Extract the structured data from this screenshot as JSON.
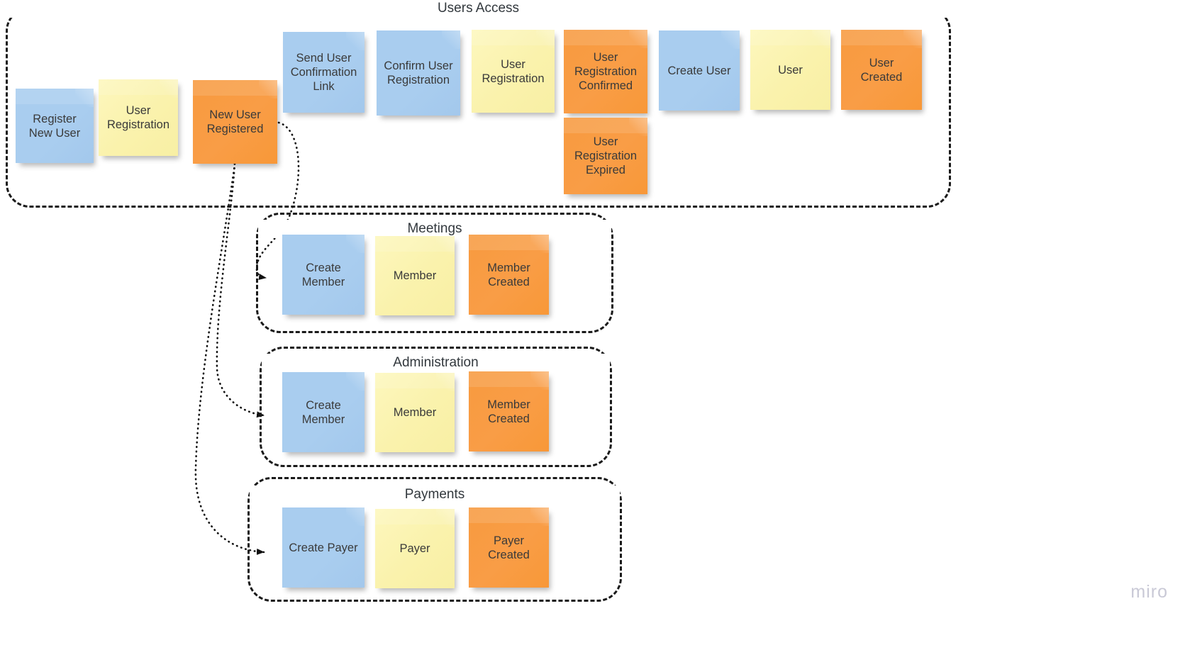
{
  "board": {
    "watermark": "miro",
    "colors": {
      "blue": "#a9cdef",
      "yellow": "#faf2ac",
      "orange": "#f89a3f",
      "outline": "#1a1a1a",
      "text": "#3a3a3a",
      "label": "#32383d",
      "watermark": "#c9c9d6",
      "background": "#ffffff"
    }
  },
  "groups": [
    {
      "id": "users-access",
      "label": "Users Access",
      "notes": [
        {
          "label": "Register New User",
          "color": "blue"
        },
        {
          "label": "User Registration",
          "color": "yellow"
        },
        {
          "label": "New User Registered",
          "color": "orange"
        },
        {
          "label": "Send User Confirmation Link",
          "color": "blue"
        },
        {
          "label": "Confirm User Registration",
          "color": "blue"
        },
        {
          "label": "User Registration",
          "color": "yellow"
        },
        {
          "label": "User Registration Confirmed",
          "color": "orange"
        },
        {
          "label": "User Registration Expired",
          "color": "orange"
        },
        {
          "label": "Create User",
          "color": "blue"
        },
        {
          "label": "User",
          "color": "yellow"
        },
        {
          "label": "User Created",
          "color": "orange"
        }
      ]
    },
    {
      "id": "meetings",
      "label": "Meetings",
      "notes": [
        {
          "label": "Create Member",
          "color": "blue"
        },
        {
          "label": "Member",
          "color": "yellow"
        },
        {
          "label": "Member Created",
          "color": "orange"
        }
      ]
    },
    {
      "id": "administration",
      "label": "Administration",
      "notes": [
        {
          "label": "Create Member",
          "color": "blue"
        },
        {
          "label": "Member",
          "color": "yellow"
        },
        {
          "label": "Member Created",
          "color": "orange"
        }
      ]
    },
    {
      "id": "payments",
      "label": "Payments",
      "notes": [
        {
          "label": "Create Payer",
          "color": "blue"
        },
        {
          "label": "Payer",
          "color": "yellow"
        },
        {
          "label": "Payer Created",
          "color": "orange"
        }
      ]
    }
  ],
  "connectors": [
    {
      "from": "New User Registered",
      "to": "Create Member (Meetings)"
    },
    {
      "from": "New User Registered",
      "to": "Create Member (Administration)"
    },
    {
      "from": "New User Registered",
      "to": "Create Payer (Payments)"
    }
  ]
}
